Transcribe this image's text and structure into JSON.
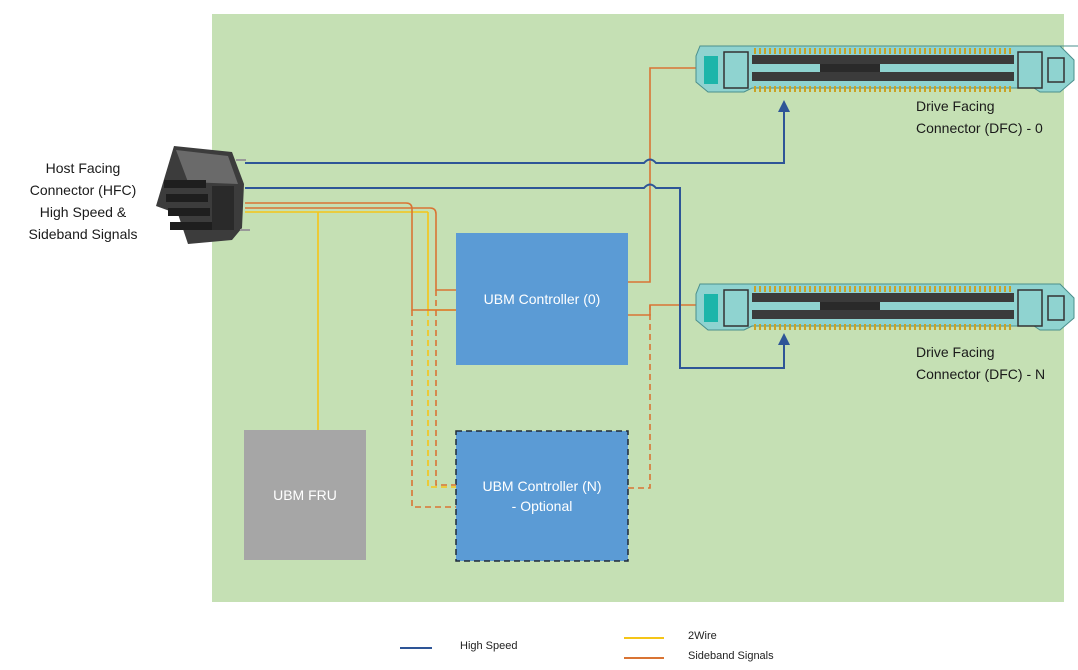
{
  "host_connector": {
    "label_lines": [
      "Host Facing",
      "Connector (HFC)",
      "High Speed &",
      "Sideband Signals"
    ]
  },
  "drive_connectors": [
    {
      "label_lines": [
        "Drive Facing",
        "Connector (DFC) - 0"
      ]
    },
    {
      "label_lines": [
        "Drive Facing",
        "Connector (DFC) - N"
      ]
    }
  ],
  "controllers": [
    {
      "label_lines": [
        "UBM Controller (0)"
      ],
      "style": "solid"
    },
    {
      "label_lines": [
        "UBM Controller (N)",
        "- Optional"
      ],
      "style": "dashed"
    }
  ],
  "fru": {
    "label": "UBM FRU"
  },
  "legend": [
    {
      "label": "High Speed",
      "color": "#2e5597"
    },
    {
      "label": "2Wire",
      "color": "#f5c518"
    },
    {
      "label": "Sideband Signals",
      "color": "#d97434"
    }
  ],
  "colors": {
    "board": "#c5e0b4",
    "controller": "#5b9bd5",
    "fru": "#a6a6a6",
    "high_speed": "#2e5597",
    "two_wire": "#f5c518",
    "sideband": "#d97434",
    "dfc_body": "#8fd3d0",
    "dfc_tab": "#1cb5aa"
  }
}
